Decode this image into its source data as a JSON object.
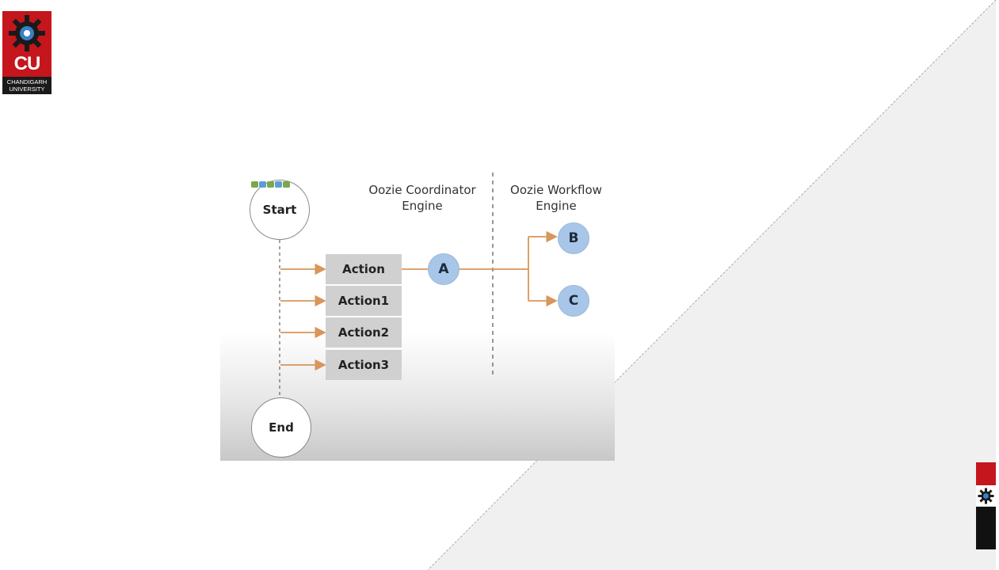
{
  "logo": {
    "brand": "CU",
    "institution_line1": "CHANDIGARH",
    "institution_line2": "UNIVERSITY"
  },
  "diagram": {
    "coordinator_header_line1": "Oozie Coordinator",
    "coordinator_header_line2": "Engine",
    "workflow_header_line1": "Oozie Workflow",
    "workflow_header_line2": "Engine",
    "start_label": "Start",
    "end_label": "End",
    "actions": [
      "Action",
      "Action1",
      "Action2",
      "Action3"
    ],
    "coordinator_node": "A",
    "workflow_nodes": [
      "B",
      "C"
    ]
  },
  "colors": {
    "brand_red": "#c4161c",
    "arrow_orange": "#d9955a",
    "node_blue": "#a8c6e8",
    "action_gray": "#d0d0d0"
  }
}
